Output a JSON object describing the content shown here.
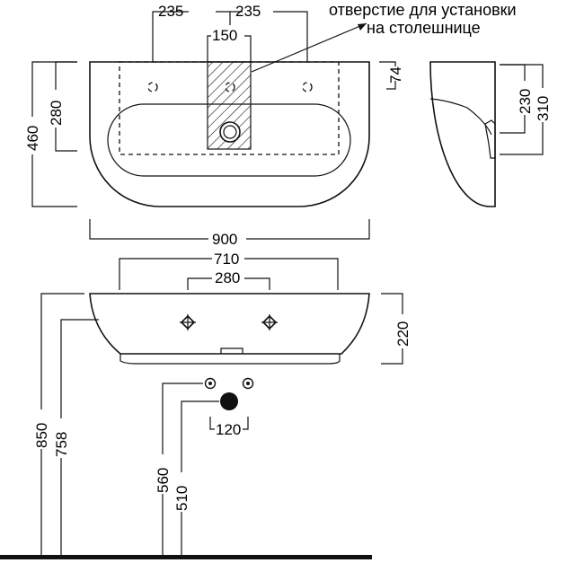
{
  "note": {
    "line1": "отверстие для установки",
    "line2": "на столешнице"
  },
  "top_view": {
    "dim_tap_left": "235",
    "dim_tap_right": "235",
    "dim_hatch_width": "150",
    "dim_depth_total": "460",
    "dim_depth_cutout": "280",
    "dim_back_offset": "74",
    "dim_width": "900"
  },
  "side_view": {
    "dim_upper": "230",
    "dim_lower": "310"
  },
  "front_view": {
    "dim_width_top": "710",
    "dim_inner": "280",
    "dim_height": "220",
    "dim_floor_rim": "850",
    "dim_floor_base": "758",
    "dim_waste_upper": "560",
    "dim_waste_lower": "510",
    "dim_supply_spacing": "120"
  }
}
